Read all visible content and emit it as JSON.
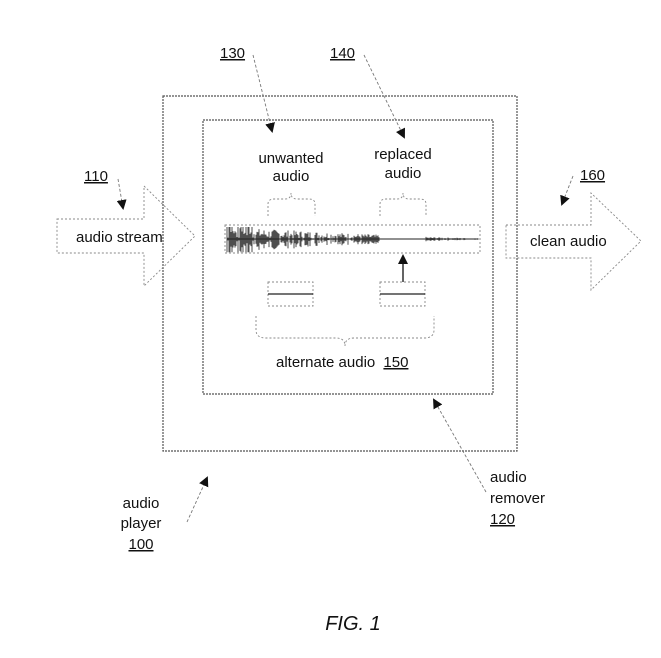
{
  "figure": {
    "caption": "FIG. 1",
    "audio_player": {
      "label_line1": "audio",
      "label_line2": "player",
      "ref": "100"
    },
    "audio_stream": {
      "label": "audio stream",
      "ref": "110"
    },
    "audio_remover": {
      "label_line1": "audio",
      "label_line2": "remover",
      "ref": "120"
    },
    "unwanted_audio": {
      "label_line1": "unwanted",
      "label_line2": "audio",
      "ref": "130"
    },
    "replaced_audio": {
      "label_line1": "replaced",
      "label_line2": "audio",
      "ref": "140"
    },
    "alternate_audio": {
      "label": "alternate audio",
      "ref": "150"
    },
    "clean_audio": {
      "label": "clean audio",
      "ref": "160"
    }
  }
}
